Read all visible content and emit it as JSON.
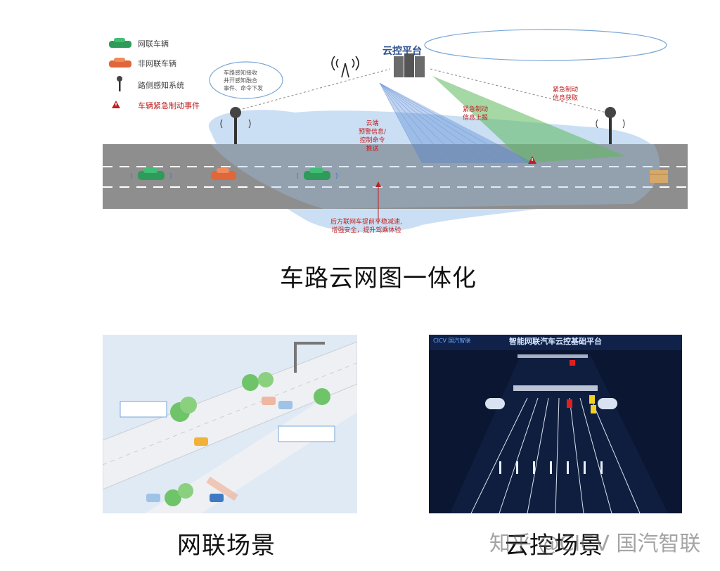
{
  "legend": {
    "items": [
      {
        "icon": "green-car-icon",
        "label": "网联车辆"
      },
      {
        "icon": "orange-car-icon",
        "label": "非网联车辆"
      },
      {
        "icon": "roadside-sensor-icon",
        "label": "路侧感知系统"
      },
      {
        "icon": "warning-triangle-icon",
        "label": "车辆紧急制动事件"
      }
    ]
  },
  "cloud_platform": {
    "title": "云控平台"
  },
  "roadside_bubble": {
    "lines": [
      "车路感知接收",
      "并开感知融合",
      "事件、命令下发"
    ]
  },
  "notes": {
    "emergency_brake_get": "紧急制动\n信息获取",
    "emergency_brake_report": "紧急制动\n信息上报",
    "cloud_warning": "云端\n预警信息/\n控制命令\n推送",
    "rear_vehicle": "后方联网车提前平稳减速,\n增强安全，提升驾乘体验"
  },
  "captions": {
    "top": "车路云网图一体化",
    "left": "网联场景",
    "right": "云控场景"
  },
  "dashboard": {
    "title": "智能网联汽车云控基础平台",
    "logo": "CICV 国汽智联"
  },
  "watermark": "知乎 @CICV 国汽智联",
  "colors": {
    "road": "#8e8e8e",
    "green_car": "#2e9b5a",
    "orange_car": "#e0673a",
    "alert_red": "#c02020",
    "cloud_blue": "#2b4f8f",
    "dashboard_bg": "#0b1632"
  }
}
